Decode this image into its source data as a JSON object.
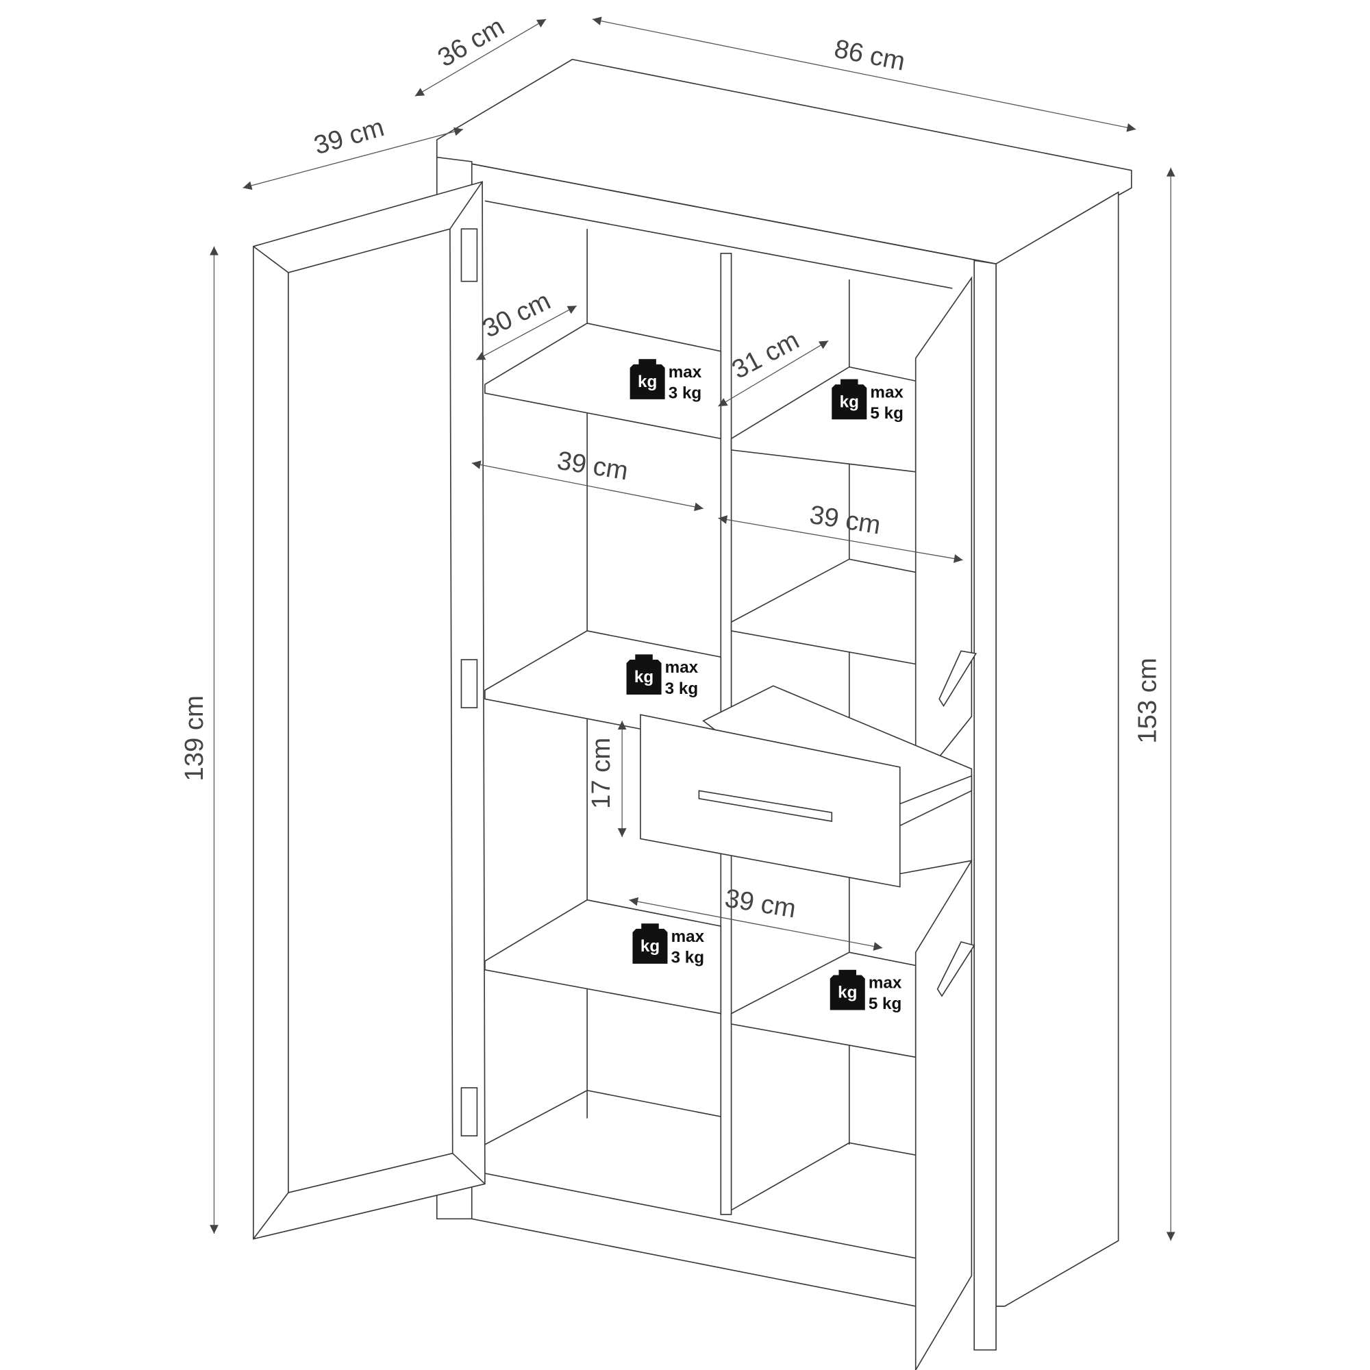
{
  "dimensions": {
    "top_depth": "36 cm",
    "top_width": "86 cm",
    "door_width": "39 cm",
    "total_height": "153 cm",
    "door_height": "139 cm",
    "left_shelf_depth": "30 cm",
    "right_shelf_depth": "31 cm",
    "left_inner_width": "39 cm",
    "right_inner_width": "39 cm",
    "drawer_height": "17 cm",
    "drawer_width": "39 cm"
  },
  "weights": [
    {
      "icon": "kg",
      "max": "max",
      "load": "3 kg"
    },
    {
      "icon": "kg",
      "max": "max",
      "load": "5 kg"
    },
    {
      "icon": "kg",
      "max": "max",
      "load": "3 kg"
    },
    {
      "icon": "kg",
      "max": "max",
      "load": "3 kg"
    },
    {
      "icon": "kg",
      "max": "max",
      "load": "5 kg"
    }
  ]
}
